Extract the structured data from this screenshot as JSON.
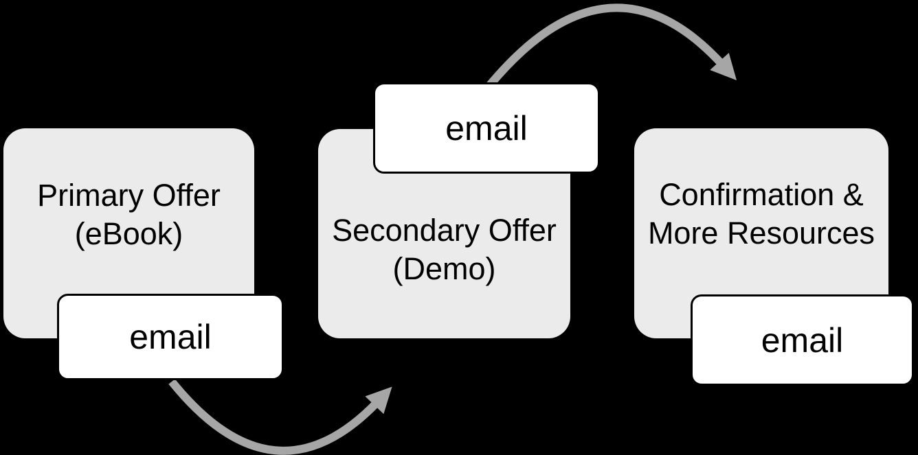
{
  "diagram": {
    "stages": [
      {
        "line1": "Primary Offer",
        "line2": "(eBook)",
        "email": "email"
      },
      {
        "line1": "Secondary Offer",
        "line2": "(Demo)",
        "email": "email"
      },
      {
        "line1": "Confirmation &",
        "line2": "More Resources",
        "email": "email"
      }
    ]
  },
  "colors": {
    "background": "#000000",
    "stage_fill": "#ebebeb",
    "stage_text": "#000000",
    "email_fill": "#ffffff",
    "email_border": "#000000",
    "email_text": "#000000",
    "arrow": "#a6a6a6"
  }
}
